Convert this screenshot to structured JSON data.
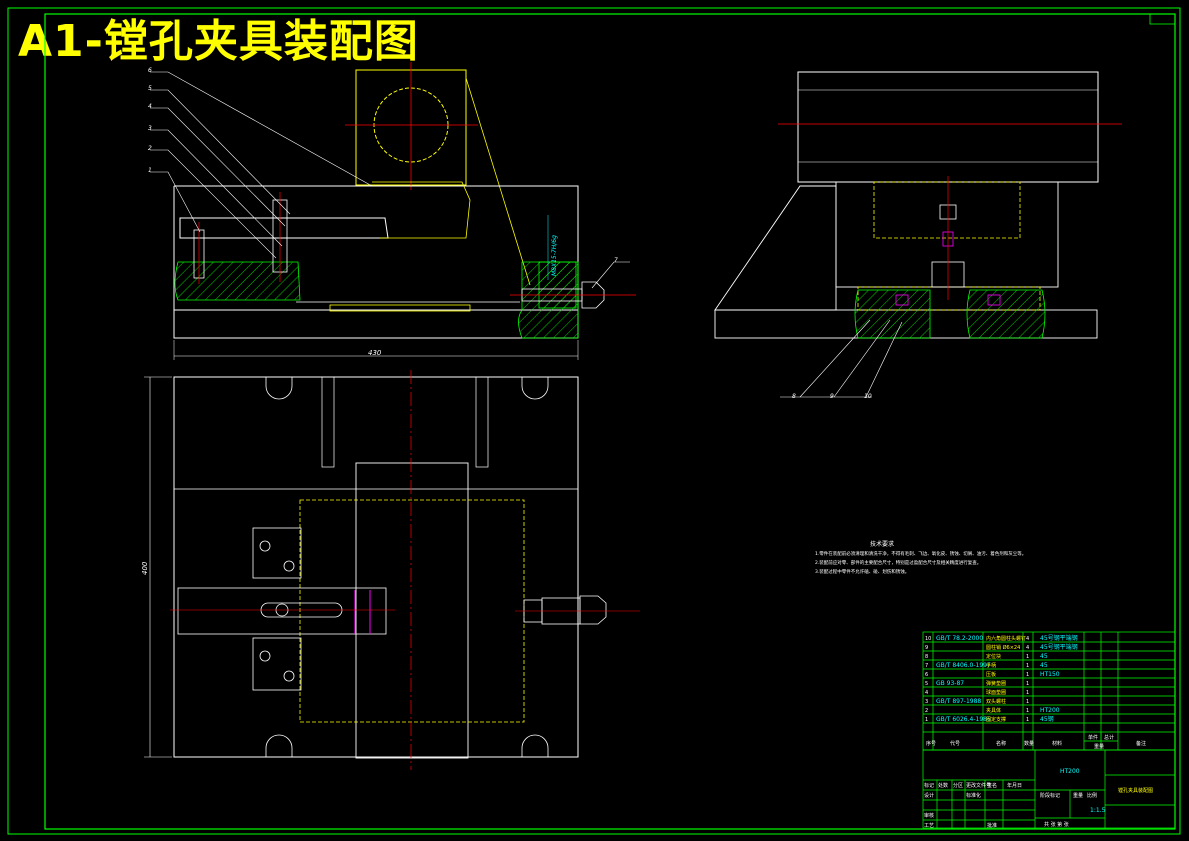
{
  "title": "A1-镗孔夹具装配图",
  "colors": {
    "frame": "#00ff00",
    "part_outline": "#ffffff",
    "hidden": "#ffff00",
    "center": "#ff0000",
    "hatch": "#00ff00",
    "magenta": "#ff00ff",
    "cyan": "#00ffff"
  },
  "dimensions": {
    "length": "430",
    "width": "400",
    "tolerance": "M8X15-7H/6g"
  },
  "balloons": [
    "1",
    "2",
    "3",
    "4",
    "5",
    "6",
    "7",
    "8",
    "9",
    "10"
  ],
  "technical_requirements": {
    "title": "技术要求",
    "lines": [
      "1.零件在装配前必须清理和清洗干净，不得有毛刺、飞边、氧化皮、锈蚀、切屑、油污、着色剂和灰尘等。",
      "2.装配前应对零、部件的主要配合尺寸，特别是过盈配合尺寸及相关精度进行复查。",
      "3.装配过程中零件不允许磕、碰、划伤和锈蚀。"
    ]
  },
  "bom_rows": [
    {
      "no": "10",
      "code": "GB/T 78.2-2000",
      "name": "内六角圆柱头螺钉",
      "qty": "4",
      "material": "45号钢平端钢",
      "note": ""
    },
    {
      "no": "9",
      "code": "",
      "name": "圆柱销 Ø6×24",
      "qty": "4",
      "material": "45号钢平端钢",
      "note": ""
    },
    {
      "no": "8",
      "code": "",
      "name": "定位块",
      "qty": "1",
      "material": "45",
      "note": ""
    },
    {
      "no": "7",
      "code": "GB/T 8406.0-1997",
      "name": "手柄",
      "qty": "1",
      "material": "45",
      "note": ""
    },
    {
      "no": "6",
      "code": "",
      "name": "压板",
      "qty": "1",
      "material": "HT150",
      "note": ""
    },
    {
      "no": "5",
      "code": "GB 93-87",
      "name": "弹簧垫圈",
      "qty": "1",
      "material": "",
      "note": ""
    },
    {
      "no": "4",
      "code": "",
      "name": "球面垫圈",
      "qty": "1",
      "material": "",
      "note": ""
    },
    {
      "no": "3",
      "code": "GB/T 897-1988",
      "name": "双头螺柱",
      "qty": "1",
      "material": "",
      "note": ""
    },
    {
      "no": "2",
      "code": "",
      "name": "夹具体",
      "qty": "1",
      "material": "HT200",
      "note": ""
    },
    {
      "no": "1",
      "code": "GB/T 6026.4-1986",
      "name": "固定支撑",
      "qty": "1",
      "material": "45钢",
      "note": ""
    }
  ],
  "bom_header": {
    "no": "序号",
    "code": "代号",
    "name": "名称",
    "qty": "数量",
    "material": "材料",
    "unit_weight": "单件",
    "total_weight": "总计",
    "weight": "重量",
    "note": "备注"
  },
  "title_block": {
    "material": "HT200",
    "drawing_name": "镗孔夹具装配图",
    "scale": "1:1.5",
    "labels": {
      "mark": "标记",
      "count": "处数",
      "zone": "分区",
      "change_doc": "更改文件号",
      "signature": "签名",
      "date": "年月日",
      "design": "设计",
      "standardize": "标准化",
      "stage_mark": "阶段标记",
      "weight": "重量",
      "scale_label": "比例",
      "review": "审核",
      "process": "工艺",
      "approve": "批准",
      "sheets": "共 张 第 张"
    }
  }
}
